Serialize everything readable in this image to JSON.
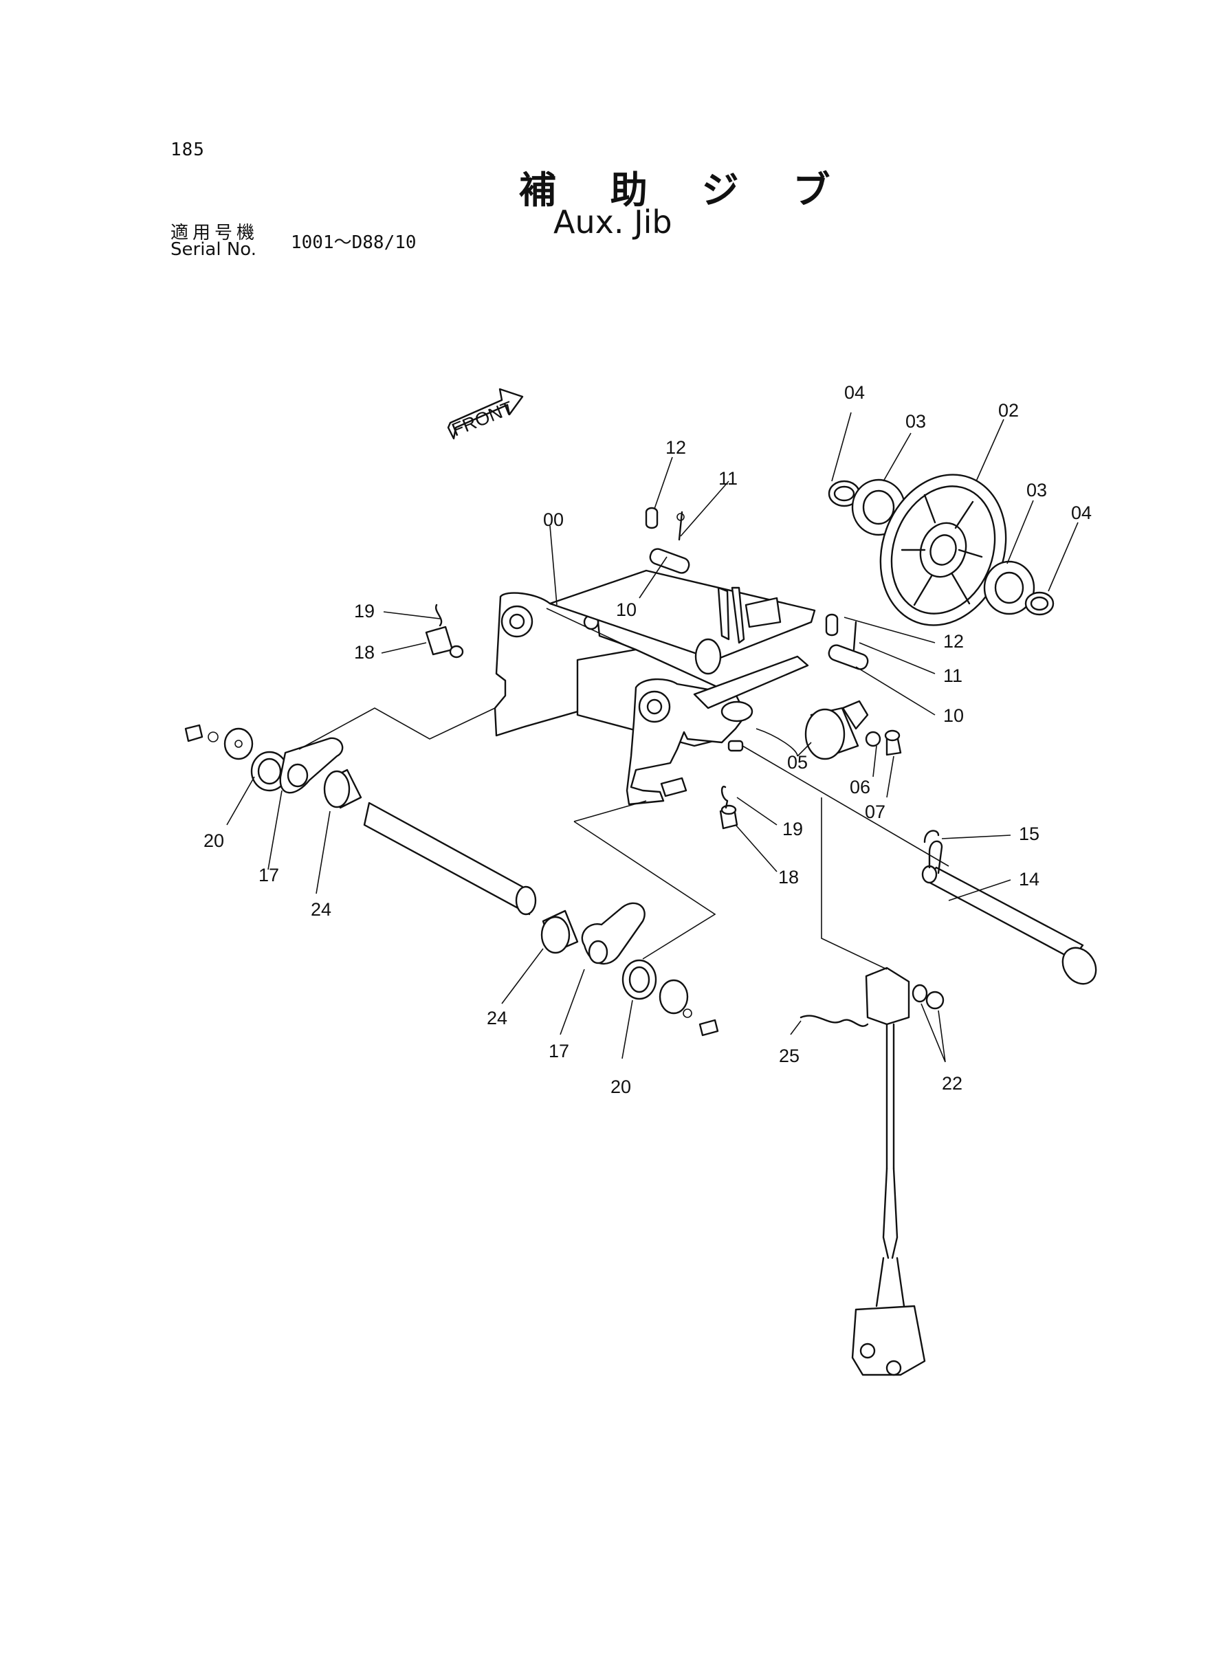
{
  "header": {
    "page_number": "185",
    "title_jp": "補 助 ジ ブ",
    "title_en": "Aux. Jib",
    "serial_label_jp": "適用号機",
    "serial_label_en": "Serial No.",
    "serial_range": "1001～D88/10"
  },
  "front_marker": {
    "label": "FRONT"
  },
  "part_labels": {
    "p00": "00",
    "p02": "02",
    "p03a": "03",
    "p03b": "03",
    "p04a": "04",
    "p04b": "04",
    "p05": "05",
    "p06": "06",
    "p07": "07",
    "p10a": "10",
    "p10b": "10",
    "p11a": "11",
    "p11b": "11",
    "p12a": "12",
    "p12b": "12",
    "p14": "14",
    "p15": "15",
    "p17a": "17",
    "p17b": "17",
    "p18a": "18",
    "p18b": "18",
    "p19a": "19",
    "p19b": "19",
    "p20a": "20",
    "p20b": "20",
    "p22": "22",
    "p24a": "24",
    "p24b": "24",
    "p25": "25"
  }
}
